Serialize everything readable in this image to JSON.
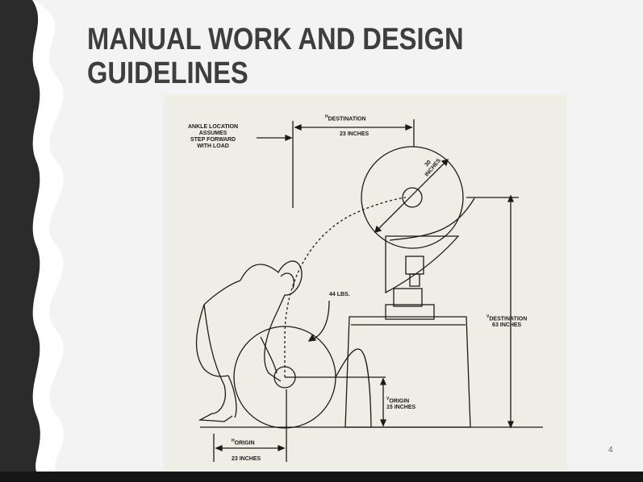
{
  "slide": {
    "title_line1": "MANUAL WORK AND DESIGN",
    "title_line2": "GUIDELINES",
    "page_number": "4"
  },
  "figure": {
    "ankle_note": [
      "ANKLE LOCATION",
      "ASSUMES",
      "STEP FORWARD",
      "WITH LOAD"
    ],
    "h_destination": {
      "sub": "H",
      "label": "DESTINATION",
      "value": "23 INCHES"
    },
    "diameter": {
      "value": "30",
      "unit": "INCHES"
    },
    "load": "44 LBS.",
    "v_destination": {
      "sub": "V",
      "label": "DESTINATION",
      "value": "63 INCHES"
    },
    "v_origin": {
      "sub": "V",
      "label": "ORIGIN",
      "value": "15 INCHES"
    },
    "h_origin": {
      "sub": "H",
      "label": "ORIGIN",
      "value": "23 INCHES"
    }
  },
  "colors": {
    "slide_bg": "#f2f2f2",
    "wave_band": "#ffffff",
    "dark_frame": "#1c1c1c",
    "title": "#3e3e3e",
    "figure_paper": "#efeee4",
    "ink": "#1a1a1a"
  }
}
